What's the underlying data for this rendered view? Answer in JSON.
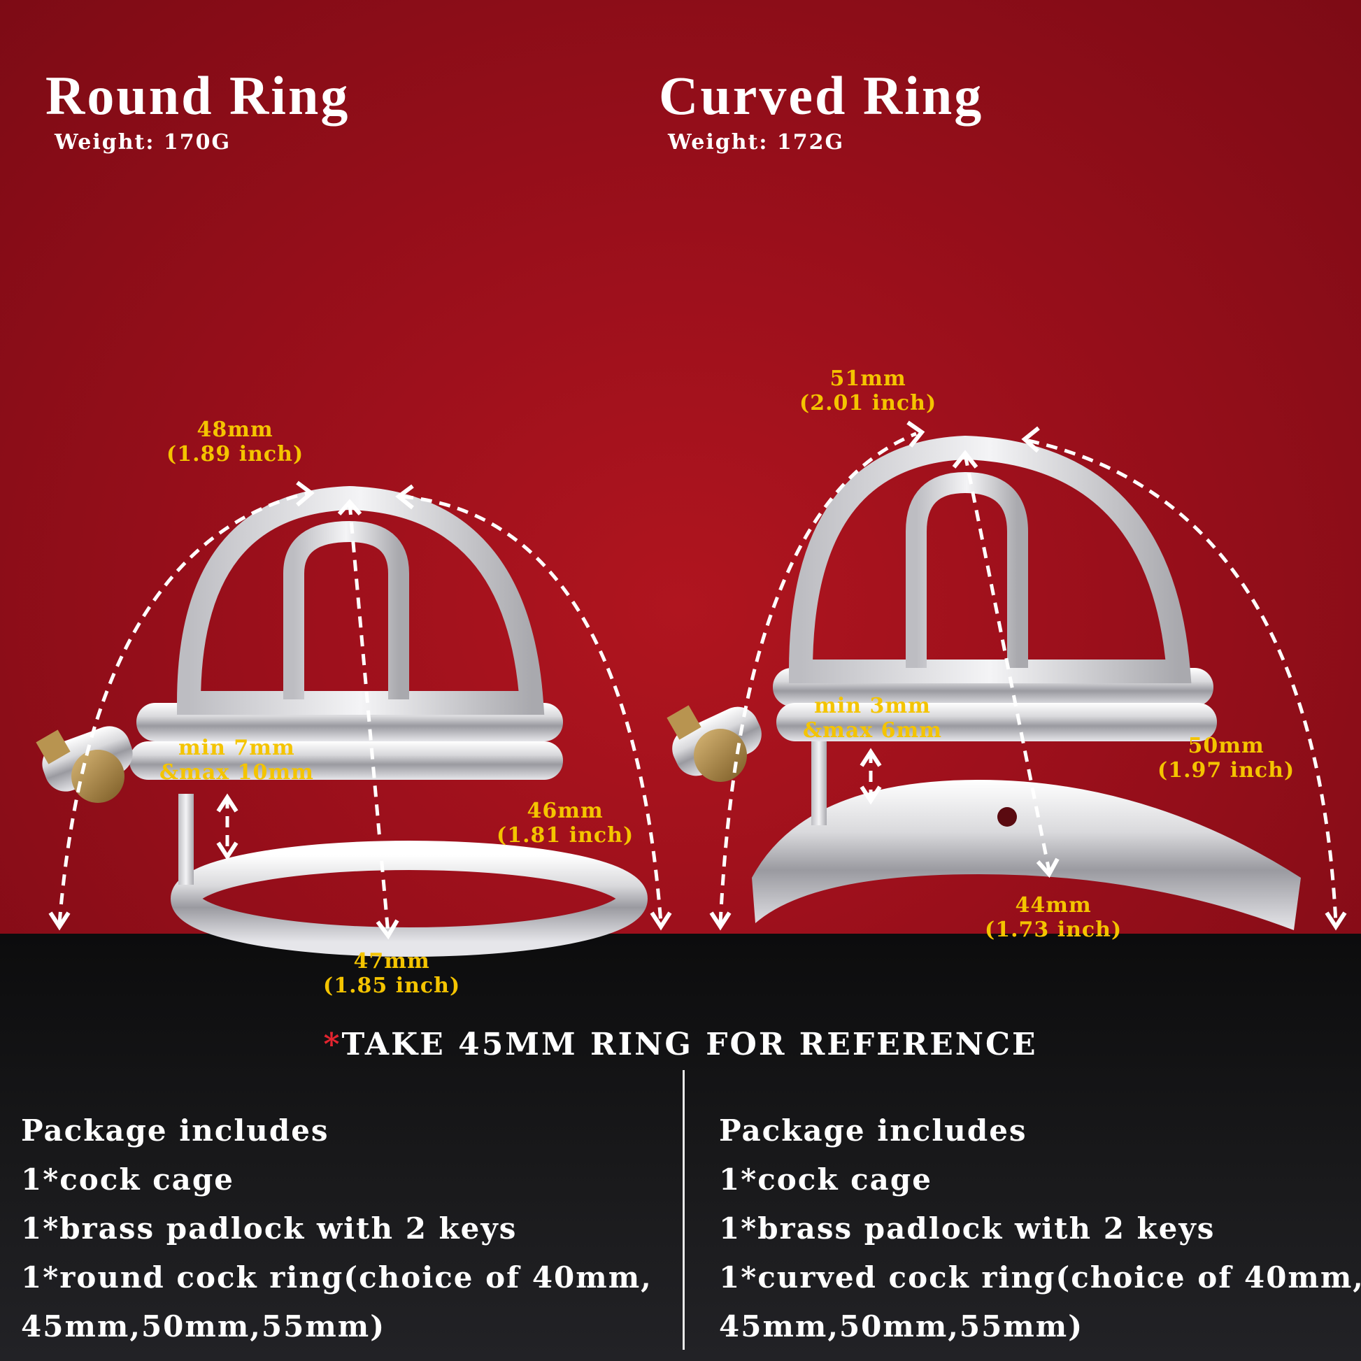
{
  "left": {
    "title": "Round Ring",
    "weight": "Weight:  170G",
    "dims": {
      "top": [
        "48mm",
        "(1.89 inch)"
      ],
      "gap": [
        "min 7mm",
        "&max 10mm"
      ],
      "side": [
        "46mm",
        "(1.81 inch)"
      ],
      "bottom": [
        "47mm",
        "(1.85 inch)"
      ]
    },
    "package": {
      "heading": "Package includes",
      "items": [
        "1*cock cage",
        "1*brass padlock with 2 keys",
        "1*round cock ring(choice of 40mm,",
        "45mm,50mm,55mm)"
      ]
    }
  },
  "right": {
    "title": "Curved Ring",
    "weight": "Weight:  172G",
    "dims": {
      "top": [
        "51mm",
        "(2.01 inch)"
      ],
      "gap": [
        "min 3mm",
        "&max 6mm"
      ],
      "side": [
        "50mm",
        "(1.97 inch)"
      ],
      "bottom": [
        "44mm",
        "(1.73 inch)"
      ]
    },
    "package": {
      "heading": "Package includes",
      "items": [
        "1*cock cage",
        "1*brass padlock with 2 keys",
        "1*curved cock ring(choice of 40mm,",
        "45mm,50mm,55mm)"
      ]
    }
  },
  "reference_note": {
    "mark": "*",
    "text": "TAKE 45MM RING FOR REFERENCE"
  },
  "colors": {
    "background_red": "#9a0f1b",
    "dimension_yellow": "#f4c400",
    "reference_star": "#e2242f"
  }
}
